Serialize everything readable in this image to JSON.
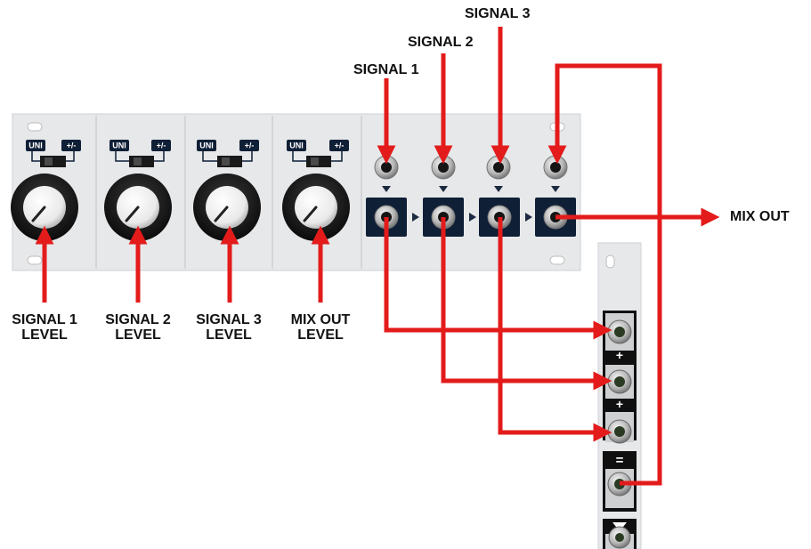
{
  "colors": {
    "arrow": "#e31b1b",
    "panel": "#e7e8ea",
    "badge": "#0f1f36"
  },
  "switch": {
    "uni_label": "UNI",
    "bipolar_label": "+/-"
  },
  "inputs": [
    {
      "label": "SIGNAL 1"
    },
    {
      "label": "SIGNAL 2"
    },
    {
      "label": "SIGNAL 3"
    }
  ],
  "levels": [
    {
      "line1": "SIGNAL 1",
      "line2": "LEVEL"
    },
    {
      "line1": "SIGNAL 2",
      "line2": "LEVEL"
    },
    {
      "line1": "SIGNAL 3",
      "line2": "LEVEL"
    },
    {
      "line1": "MIX OUT",
      "line2": "LEVEL"
    }
  ],
  "output": {
    "label": "MIX OUT"
  },
  "side_module": {
    "plus_1": "+",
    "plus_2": "+",
    "equals": "="
  }
}
